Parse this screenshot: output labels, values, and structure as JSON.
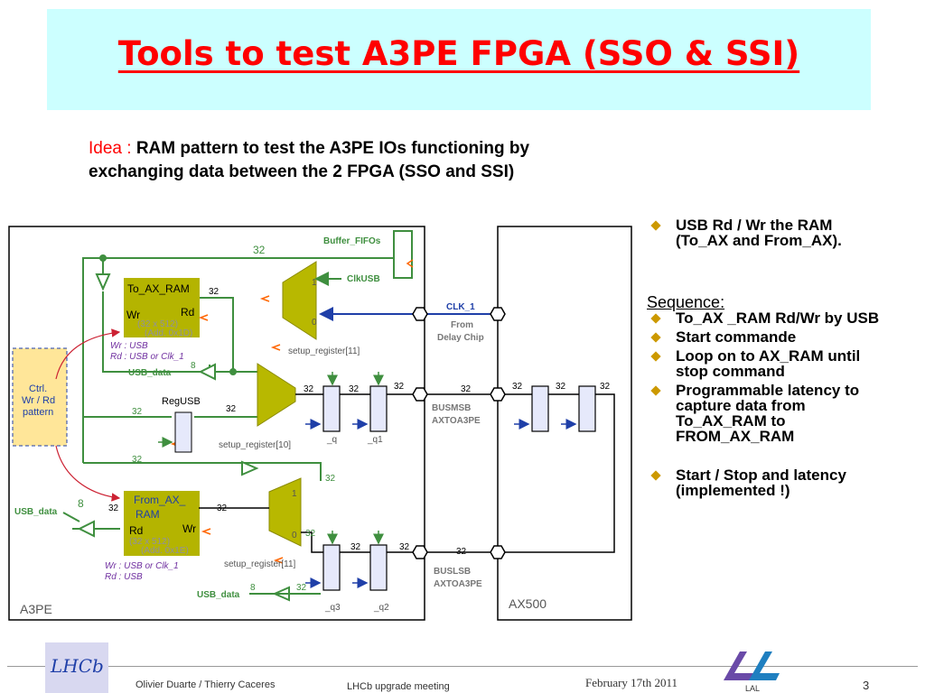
{
  "title": "Tools to test A3PE FPGA (SSO & SSI)",
  "idea": {
    "label": "Idea :",
    "line1": "RAM pattern to test the A3PE IOs functioning by",
    "line2": "exchanging data between the 2 FPGA (SSO and SSI)"
  },
  "bullets": {
    "b1_l1": "USB Rd / Wr the RAM",
    "b1_l2": "(To_AX and From_AX).",
    "sequence_title": "Sequence:",
    "b2": "To_AX _RAM Rd/Wr by USB",
    "b3": "Start commande",
    "b4_l1": "Loop on to AX_RAM until",
    "b4_l2": "stop command",
    "b5_l1": "Programmable latency to",
    "b5_l2": "capture data from",
    "b5_l3": "To_AX_RAM to",
    "b5_l4": "FROM_AX_RAM",
    "b6_l1": "Start / Stop and latency",
    "b6_l2": "(implemented !)"
  },
  "diagram": {
    "a3pe_label": "A3PE",
    "ax500_label": "AX500",
    "ctrl_l1": "Ctrl.",
    "ctrl_l2": "Wr / Rd",
    "ctrl_l3": "pattern",
    "buffer_fifos": "Buffer_FIFOs",
    "clkusb": "ClkUSB",
    "clk_1": "CLK_1",
    "from_delay_l1": "From",
    "from_delay_l2": "Delay Chip",
    "to_ax_ram": "To_AX_RAM",
    "ram_wr": "Wr",
    "ram_rd": "Rd",
    "ram_size": "(32 x 512)",
    "to_ax_addr": "(Add. 0x1D)",
    "to_ax_wr_note": "Wr : USB",
    "to_ax_rd_note": "Rd : USB or Clk_1",
    "usb_data": "USB_data",
    "regusb": "RegUSB",
    "setup_reg_11": "setup_register[11]",
    "setup_reg_10": "setup_register[10]",
    "from_ax_l1": "From_AX_",
    "from_ax_l2": "RAM",
    "from_ax_addr": "(Add. 0x1E)",
    "from_ax_wr_note": "Wr : USB or Clk_1",
    "from_ax_rd_note": "Rd : USB",
    "busmsb_l1": "BUSMSB",
    "busmsb_l2": "AXTOA3PE",
    "buslsb_l1": "BUSLSB",
    "buslsb_l2": "AXTOA3PE",
    "q": "_q",
    "q1": "_q1",
    "q2": "_q2",
    "q3": "_q3",
    "w32": "32",
    "w8": "8",
    "mux1": "1",
    "mux0": "0"
  },
  "footer": {
    "authors": "Olivier Duarte / Thierry Caceres",
    "meeting": "LHCb upgrade meeting",
    "date": "February 17th 2011",
    "page": "3",
    "lhcb_logo": "LHCb",
    "lal_logo": "LAL"
  },
  "colors": {
    "title_red": "#ff0000",
    "banner": "#ccffff",
    "wire_green": "#3f8f3f",
    "mux_olive": "#b8b800",
    "ram_box": "#b4b400",
    "ctrl_box": "#ffe699",
    "register_fill": "#e6e9fb",
    "arrow_blue": "#1f3fa8",
    "arrow_orange": "#ff6600"
  }
}
